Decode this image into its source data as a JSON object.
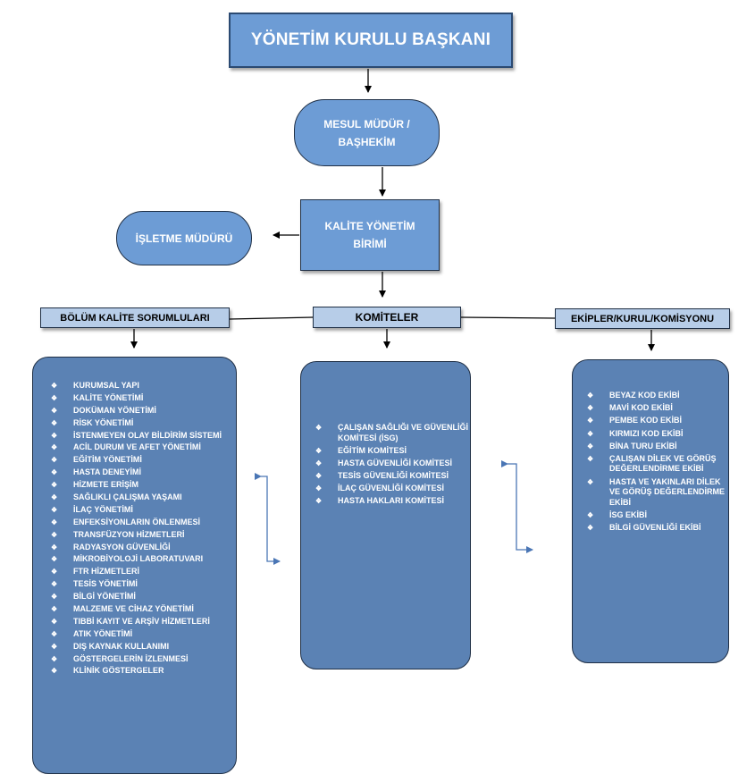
{
  "nodes": {
    "top": {
      "label": "YÖNETİM KURULU BAŞKANI"
    },
    "mesul": {
      "line1": "MESUL MÜDÜR /",
      "line2": "BAŞHEKİM"
    },
    "kalite": {
      "line1": "KALİTE YÖNETİM",
      "line2": "BİRİMİ"
    },
    "isletme": {
      "label": "İŞLETME MÜDÜRÜ"
    }
  },
  "headers": {
    "bolum": "BÖLÜM KALİTE SORUMLULARI",
    "komiteler": "KOMİTELER",
    "ekipler": "EKİPLER/KURUL/KOMİSYONU"
  },
  "bullet_glyph": "❖",
  "colors": {
    "box_fill": "#6d9cd5",
    "panel_fill": "#5b82b4",
    "header_fill": "#b7cde8",
    "arrow_blue": "#4a76b5"
  },
  "lists": {
    "bolum": [
      "KURUMSAL YAPI",
      "KALİTE YÖNETİMİ",
      "DOKÜMAN YÖNETİMİ",
      "RİSK YÖNETİMİ",
      "İSTENMEYEN OLAY BİLDİRİM SİSTEMİ",
      "ACİL DURUM VE AFET YÖNETİMİ",
      "EĞİTİM YÖNETİMİ",
      "HASTA DENEYİMİ",
      "HİZMETE ERİŞİM",
      "SAĞLIKLI ÇALIŞMA YAŞAMI",
      "İLAÇ YÖNETİMİ",
      "ENFEKSİYONLARIN ÖNLENMESİ",
      "TRANSFÜZYON HİZMETLERİ",
      "RADYASYON GÜVENLİĞİ",
      "MİKROBİYOLOJİ LABORATUVARI",
      "FTR HİZMETLERİ",
      "TESİS YÖNETİMİ",
      "BİLGİ YÖNETİMİ",
      "MALZEME VE CİHAZ YÖNETİMİ",
      "TIBBİ KAYIT VE ARŞİV HİZMETLERİ",
      "ATIK YÖNETİMİ",
      "DIŞ KAYNAK KULLANIMI",
      "GÖSTERGELERİN İZLENMESİ",
      "KLİNİK GÖSTERGELER"
    ],
    "komiteler": [
      "ÇALIŞAN SAĞLIĞI VE GÜVENLİĞİ KOMİTESİ (İSG)",
      "EĞİTİM KOMİTESİ",
      "HASTA GÜVENLİĞİ KOMİTESİ",
      "TESİS GÜVENLİĞİ KOMİTESİ",
      "İLAÇ GÜVENLİĞİ KOMİTESİ",
      "HASTA HAKLARI KOMİTESİ"
    ],
    "ekipler": [
      "BEYAZ KOD EKİBİ",
      "MAVİ KOD EKİBİ",
      "PEMBE KOD EKİBİ",
      "KIRMIZI KOD EKİBİ",
      "BİNA TURU EKİBİ",
      "ÇALIŞAN DİLEK VE GÖRÜŞ DEĞERLENDİRME EKİBİ",
      "HASTA VE YAKINLARI DİLEK VE GÖRÜŞ DEĞERLENDİRME EKİBİ",
      "İSG EKİBİ",
      "BİLGİ GÜVENLİĞİ EKİBİ"
    ]
  }
}
